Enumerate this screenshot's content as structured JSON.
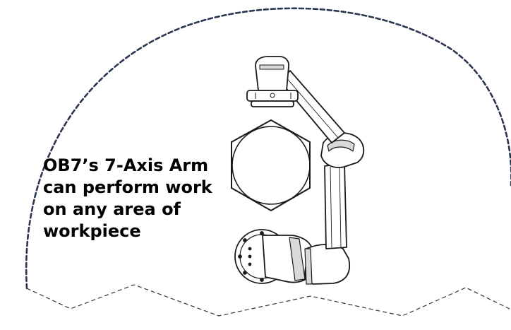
{
  "caption": {
    "lines": [
      "OB7’s 7-Axis Arm",
      "can perform work",
      "on any area of",
      "workpiece"
    ]
  },
  "colors": {
    "boundary_dash": "#2a3550",
    "ground_dash": "#333333",
    "robot_stroke": "#1a1a1a",
    "robot_fill": "#ffffff",
    "robot_shade": "#d9d9d9",
    "text": "#000000"
  }
}
